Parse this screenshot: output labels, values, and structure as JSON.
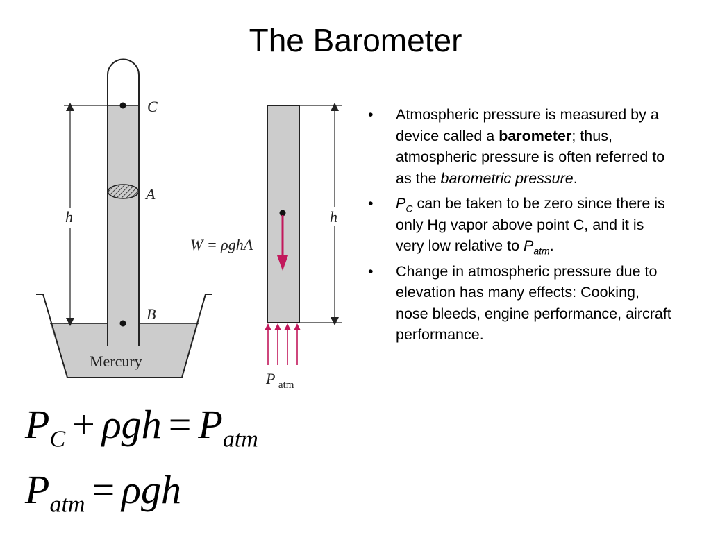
{
  "title": "The Barometer",
  "diagram": {
    "label_c": "C",
    "label_a": "A",
    "label_b": "B",
    "label_h_left": "h",
    "label_h_right": "h",
    "label_mercury": "Mercury",
    "label_weight": "W = ρghA",
    "label_patm_p": "P",
    "label_patm_sub": "atm",
    "colors": {
      "mercury": "#cccccc",
      "arrow": "#c2185b",
      "line": "#222222"
    }
  },
  "bullets": {
    "b1_pre": "Atmospheric pressure is measured by a device called a ",
    "b1_bold": "barometer",
    "b1_mid": "; thus, atmospheric pressure is often referred to as the ",
    "b1_ital": "barometric pressure",
    "b1_end": ".",
    "b2_p": "P",
    "b2_sub": "C",
    "b2_text": " can be taken to be zero since there is only Hg vapor above point C, and it is very low relative to ",
    "b2_p2": "P",
    "b2_sub2": "atm",
    "b2_end": ".",
    "b3_text": "Change in atmospheric pressure due to elevation has many effects: Cooking, nose bleeds, engine performance, aircraft performance."
  },
  "equations": {
    "eq1": {
      "p1": "P",
      "s1": "C",
      "op1": "+",
      "t1": "ρgh",
      "op2": "=",
      "p2": "P",
      "s2": "atm"
    },
    "eq2": {
      "p1": "P",
      "s1": "atm",
      "op1": "=",
      "t1": "ρgh"
    }
  }
}
